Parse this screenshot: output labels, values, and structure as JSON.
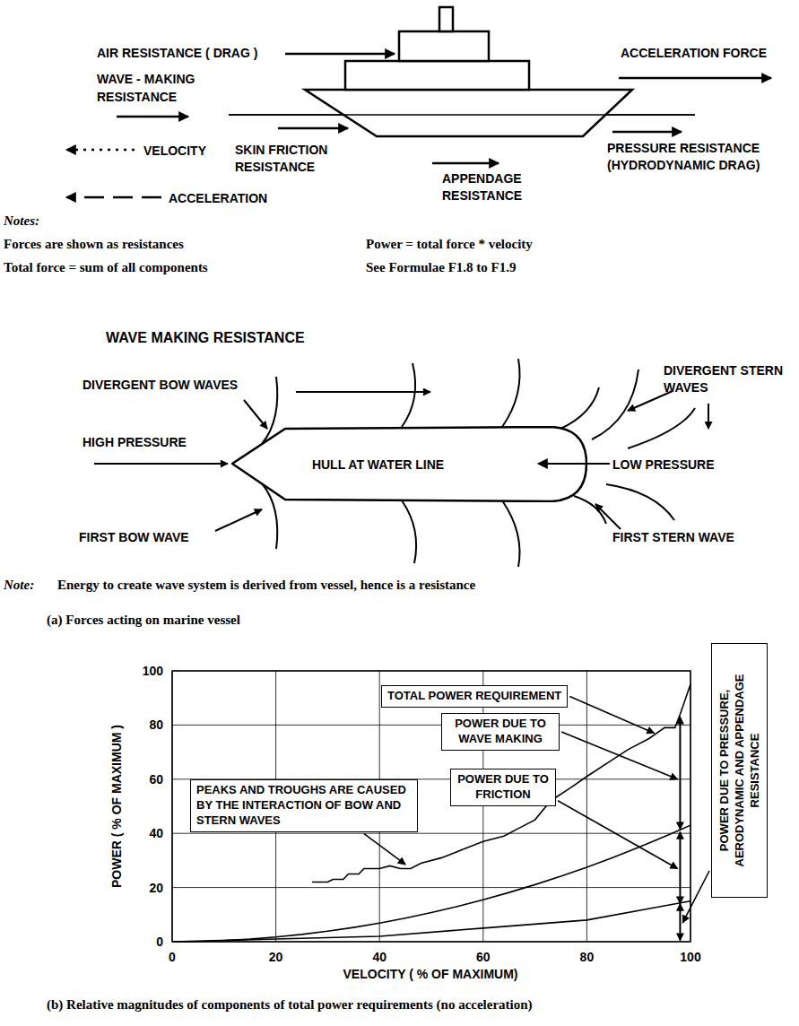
{
  "diagram": {
    "nodes": [
      {
        "text": [
          "HULL AT WATER LINE"
        ]
      },
      {
        "text": [
          "TOTAL POWER REQUIREMENT"
        ]
      },
      {
        "text": [
          "POWER DUE TO WAVE MAKING"
        ]
      },
      {
        "text": [
          "POWER DUE TO FRICTION"
        ]
      },
      {
        "text": [
          "PEAKS AND TROUGHS ARE CAUSED BY THE INTERACTION OF BOW AND STERN WAVES"
        ]
      },
      {
        "text": [
          "POWER DUE TO PRESSURE, AERODYNAMIC AND APPENDAGE RESISTANCE"
        ]
      }
    ],
    "labels": [
      "AIR RESISTANCE ( DRAG )",
      "WAVE - MAKING RESISTANCE",
      "ACCELERATION FORCE",
      "VELOCITY",
      "SKIN FRICTION RESISTANCE",
      "APPENDAGE RESISTANCE",
      "PRESSURE RESISTANCE (HYDRODYNAMIC DRAG)",
      "ACCELERATION",
      "Notes:",
      "Forces are shown as resistances",
      "Power = total force * velocity",
      "Total force = sum of all components",
      "See Formulae F1.8 to F1.9",
      "WAVE MAKING RESISTANCE",
      "DIVERGENT BOW WAVES",
      "DIVERGENT STERN WAVES",
      "HIGH PRESSURE",
      "LOW PRESSURE",
      "FIRST BOW WAVE",
      "FIRST STERN WAVE",
      "Note:",
      "Energy to create wave system is derived from vessel, hence is a resistance",
      "(a) Forces acting on marine vessel",
      "100",
      "80",
      "60",
      "40",
      "20",
      "0",
      "0",
      "20",
      "40",
      "60",
      "80",
      "100",
      "POWER ( % OF MAXIMUM )",
      "VELOCITY ( % OF MAXIMUM)",
      "(b) Relative magnitudes of components of total power requirements (no acceleration)"
    ]
  }
}
